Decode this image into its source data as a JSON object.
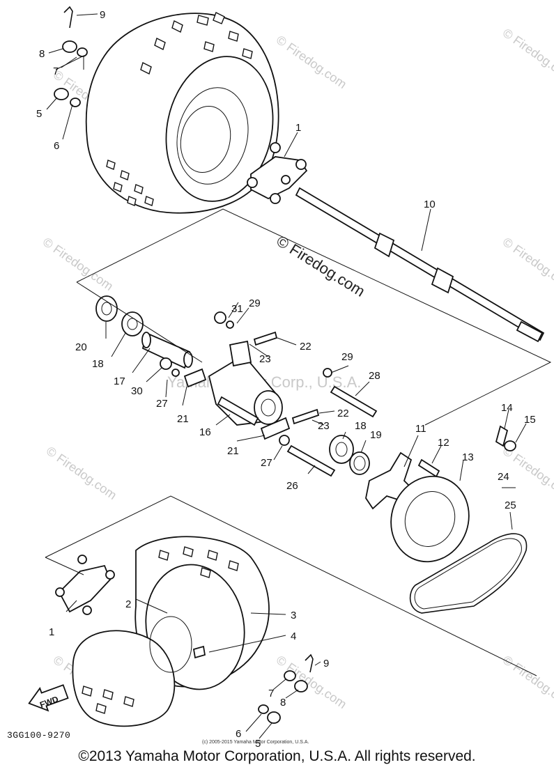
{
  "copyright": "©2013 Yamaha Motor Corporation, U.S.A. All rights reserved.",
  "small_copyright": "(c) 2005-2015 Yamaha Motor Corporation, U.S.A.",
  "diagram_code": "3GG100-9270",
  "fwd_label": "FWD",
  "watermark_text": "© Firedog.com",
  "watermark_company": "Yamaha Motor Corp., U.S.A.",
  "labels": {
    "n1": "1",
    "n2": "2",
    "n3": "3",
    "n4": "4",
    "n5": "5",
    "n6": "6",
    "n7": "7",
    "n8": "8",
    "n9": "9",
    "n10": "10",
    "n11": "11",
    "n12": "12",
    "n13": "13",
    "n14": "14",
    "n15": "15",
    "n16": "16",
    "n17": "17",
    "n18": "18",
    "n19": "19",
    "n20": "20",
    "n21": "21",
    "n22": "22",
    "n23": "23",
    "n24": "24",
    "n25": "25",
    "n26": "26",
    "n27": "27",
    "n28": "28",
    "n29": "29",
    "n30": "30",
    "n31": "31"
  }
}
